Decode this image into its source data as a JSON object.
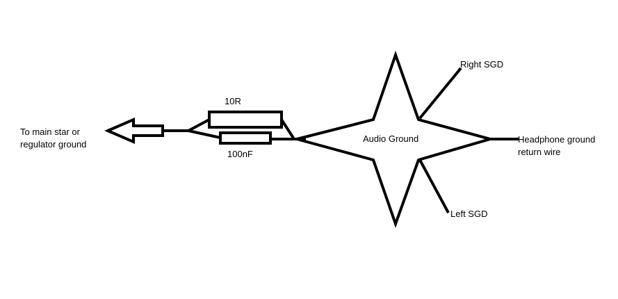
{
  "diagram": {
    "labels": {
      "to_main_star_line1": "To main star or",
      "to_main_star_line2": "regulator  ground",
      "resistor": "10R",
      "capacitor": "100nF",
      "audio_ground": "Audio Ground",
      "right_sgd": "Right SGD",
      "left_sgd": "Left SGD",
      "headphone_line1": "Headphone ground",
      "headphone_line2": "return wire"
    },
    "colors": {
      "stroke": "#000000",
      "background": "#ffffff"
    }
  }
}
